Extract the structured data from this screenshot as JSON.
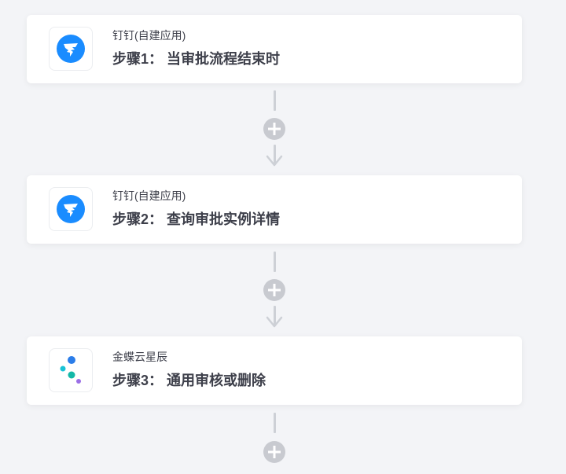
{
  "flow": {
    "steps": [
      {
        "app_name": "钉钉(自建应用)",
        "title": "步骤1： 当审批流程结束时",
        "icon": "dingtalk-icon"
      },
      {
        "app_name": "钉钉(自建应用)",
        "title": "步骤2： 查询审批实例详情",
        "icon": "dingtalk-icon"
      },
      {
        "app_name": "金蝶云星辰",
        "title": "步骤3： 通用审核或删除",
        "icon": "kingdee-icon"
      }
    ],
    "add_step_icon": "plus-circle-icon",
    "connector_arrow_icon": "arrow-down-icon"
  },
  "colors": {
    "background": "#f3f4f7",
    "card": "#ffffff",
    "text": "#3d3f4a",
    "connector": "#c8cad0",
    "dingtalk_blue": "#1a8cff"
  }
}
